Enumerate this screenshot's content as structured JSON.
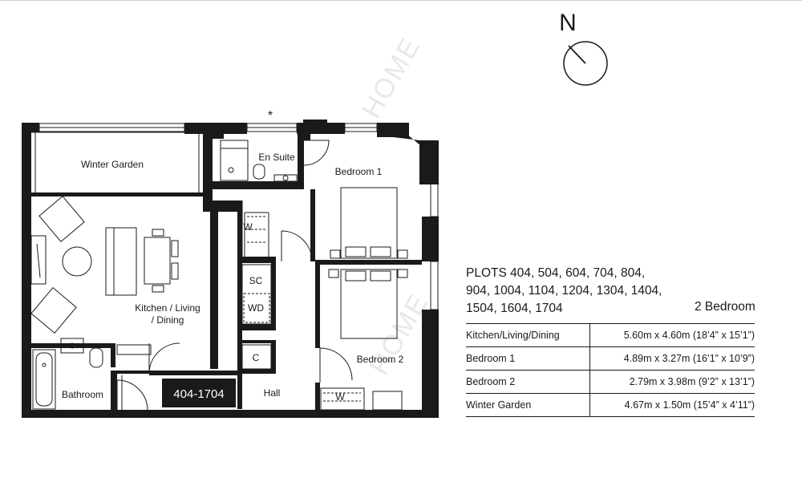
{
  "compass": {
    "letter": "N"
  },
  "rooms": {
    "winter_garden": "Winter Garden",
    "en_suite": "En Suite",
    "bedroom1": "Bedroom 1",
    "bedroom2": "Bedroom 2",
    "kitchen_line1": "Kitchen / Living",
    "kitchen_line2": "/ Dining",
    "bathroom": "Bathroom",
    "hall": "Hall",
    "sc": "SC",
    "wd": "WD",
    "c": "C",
    "w1": "W",
    "w2": "W"
  },
  "asterisk": "*",
  "plot_badge": "404-1704",
  "watermark": "HOME",
  "plots": {
    "line1": "PLOTS 404, 504, 604, 704, 804,",
    "line2": "904, 1004, 1104, 1204, 1304, 1404,",
    "line3": "1504, 1604, 1704"
  },
  "bedroom_type": "2 Bedroom",
  "dimensions": [
    {
      "room": "Kitchen/Living/Dining",
      "dims": "5.60m x 4.60m  (18’4” x 15’1”)"
    },
    {
      "room": "Bedroom 1",
      "dims": "4.89m x 3.27m  (16’1” x 10’9”)"
    },
    {
      "room": "Bedroom 2",
      "dims": "2.79m x 3.98m  (9’2” x 13’1”)"
    },
    {
      "room": "Winter Garden",
      "dims": "4.67m x 1.50m  (15’4” x 4’11”)"
    }
  ]
}
